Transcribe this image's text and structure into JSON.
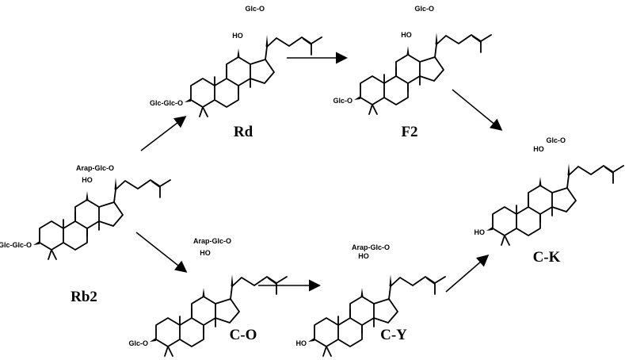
{
  "compounds": [
    {
      "id": "rb2",
      "name": "Rb2",
      "c3": "Glc-Glc-O",
      "c20": "Arap-Glc-O",
      "c12": "HO"
    },
    {
      "id": "rd",
      "name": "Rd",
      "c3": "Glc-Glc-O",
      "c20": "Glc-O",
      "c12": "HO"
    },
    {
      "id": "f2",
      "name": "F2",
      "c3": "Glc-O",
      "c20": "Glc-O",
      "c12": "HO"
    },
    {
      "id": "co",
      "name": "C-O",
      "c3": "Glc-O",
      "c20": "Arap-Glc-O",
      "c12": "HO"
    },
    {
      "id": "cy",
      "name": "C-Y",
      "c3": "HO",
      "c20": "Arap-Glc-O",
      "c12": "HO"
    },
    {
      "id": "ck",
      "name": "C-K",
      "c3": "HO",
      "c20": "Glc-O",
      "c12": "HO"
    }
  ],
  "reactions": [
    {
      "from": "Rb2",
      "to": "Rd"
    },
    {
      "from": "Rd",
      "to": "F2"
    },
    {
      "from": "F2",
      "to": "C-K"
    },
    {
      "from": "Rb2",
      "to": "C-O"
    },
    {
      "from": "C-O",
      "to": "C-Y"
    },
    {
      "from": "C-Y",
      "to": "C-K"
    }
  ]
}
